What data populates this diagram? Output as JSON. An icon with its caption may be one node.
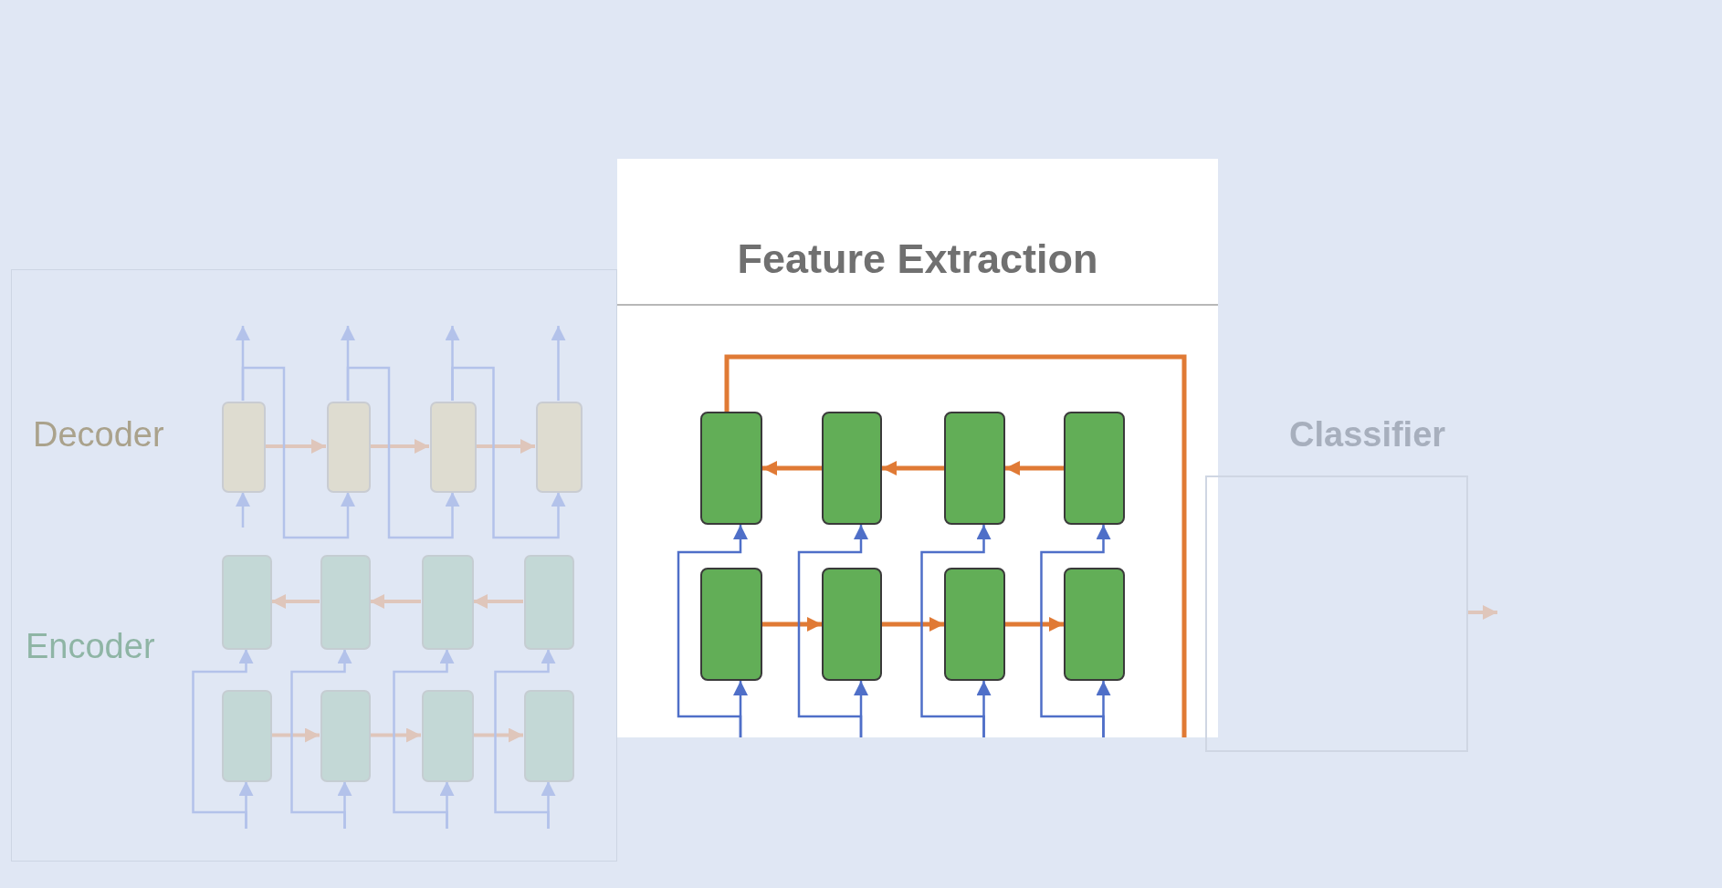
{
  "diagram": {
    "nodes": [
      {
        "text": [],
        "shape": "box"
      },
      {
        "text": [],
        "shape": "box",
        "in": 0
      },
      {
        "text": [],
        "shape": "box",
        "in": 0
      },
      {
        "text": [],
        "shape": "box",
        "in": 0
      },
      {
        "text": [],
        "shape": "box",
        "in": 0
      },
      {
        "text": [],
        "shape": "box",
        "in": 0
      },
      {
        "text": [],
        "shape": "box",
        "in": 0
      },
      {
        "text": [],
        "shape": "box",
        "in": 0
      },
      {
        "text": [],
        "shape": "box",
        "in": 0
      },
      {
        "text": [],
        "shape": "box",
        "in": 0
      },
      {
        "text": [],
        "shape": "box",
        "in": 0
      },
      {
        "text": [],
        "shape": "box",
        "in": 0
      },
      {
        "text": [],
        "shape": "box",
        "in": 0
      },
      {
        "text": [
          "Feature Extraction"
        ]
      },
      {
        "text": [],
        "shape": "box",
        "in": 13
      },
      {
        "text": [],
        "shape": "box",
        "in": 13
      },
      {
        "text": [],
        "shape": "box",
        "in": 13
      },
      {
        "text": [],
        "shape": "box",
        "in": 13
      },
      {
        "text": [],
        "shape": "box",
        "in": 13
      },
      {
        "text": [],
        "shape": "box",
        "in": 13
      },
      {
        "text": [],
        "shape": "box",
        "in": 13
      },
      {
        "text": [],
        "shape": "box",
        "in": 13
      },
      {
        "text": [
          "Classifier"
        ]
      }
    ],
    "edges": [
      {
        "from": 1,
        "to": null,
        "arrow": "to",
        "color": "#b3c2ea"
      },
      {
        "from": 2,
        "to": null,
        "arrow": "to",
        "color": "#b3c2ea"
      },
      {
        "from": 3,
        "to": null,
        "arrow": "to",
        "color": "#b3c2ea"
      },
      {
        "from": 4,
        "to": null,
        "arrow": "to",
        "color": "#b3c2ea"
      },
      {
        "from": null,
        "to": 1,
        "arrow": "to",
        "color": "#b3c2ea"
      },
      {
        "from": 1,
        "to": 2,
        "arrow": "to",
        "color": "#dfc6bb"
      },
      {
        "from": 2,
        "to": 3,
        "arrow": "to",
        "color": "#dfc6bb"
      },
      {
        "from": 3,
        "to": 4,
        "arrow": "to",
        "color": "#dfc6bb"
      },
      {
        "from": 1,
        "to": 2,
        "arrow": "to",
        "color": "#b3c2ea"
      },
      {
        "from": 2,
        "to": 3,
        "arrow": "to",
        "color": "#b3c2ea"
      },
      {
        "from": 3,
        "to": 4,
        "arrow": "to",
        "color": "#b3c2ea"
      },
      {
        "from": 8,
        "to": 7,
        "arrow": "to",
        "color": "#dfc6bb"
      },
      {
        "from": 7,
        "to": 6,
        "arrow": "to",
        "color": "#dfc6bb"
      },
      {
        "from": 6,
        "to": 5,
        "arrow": "to",
        "color": "#dfc6bb"
      },
      {
        "from": 9,
        "to": 10,
        "arrow": "to",
        "color": "#dfc6bb"
      },
      {
        "from": 10,
        "to": 11,
        "arrow": "to",
        "color": "#dfc6bb"
      },
      {
        "from": 11,
        "to": 12,
        "arrow": "to",
        "color": "#dfc6bb"
      },
      {
        "from": null,
        "to": 9,
        "arrow": "to",
        "color": "#b3c2ea"
      },
      {
        "from": null,
        "to": 10,
        "arrow": "to",
        "color": "#b3c2ea"
      },
      {
        "from": null,
        "to": 11,
        "arrow": "to",
        "color": "#b3c2ea"
      },
      {
        "from": null,
        "to": 12,
        "arrow": "to",
        "color": "#b3c2ea"
      },
      {
        "from": null,
        "to": 5,
        "arrow": "to",
        "color": "#b3c2ea"
      },
      {
        "from": null,
        "to": 6,
        "arrow": "to",
        "color": "#b3c2ea"
      },
      {
        "from": null,
        "to": 7,
        "arrow": "to",
        "color": "#b3c2ea"
      },
      {
        "from": null,
        "to": 8,
        "arrow": "to",
        "color": "#b3c2ea"
      },
      {
        "from": 17,
        "to": 16,
        "arrow": "to",
        "color": "#e07a35"
      },
      {
        "from": 16,
        "to": 15,
        "arrow": "to",
        "color": "#e07a35"
      },
      {
        "from": 15,
        "to": 14,
        "arrow": "to",
        "color": "#e07a35"
      },
      {
        "from": 18,
        "to": 19,
        "arrow": "to",
        "color": "#e07a35"
      },
      {
        "from": 19,
        "to": 20,
        "arrow": "to",
        "color": "#e07a35"
      },
      {
        "from": 20,
        "to": 21,
        "arrow": "to",
        "color": "#e07a35"
      },
      {
        "from": null,
        "to": 18,
        "arrow": "to",
        "color": "#4f6fc8"
      },
      {
        "from": null,
        "to": 19,
        "arrow": "to",
        "color": "#4f6fc8"
      },
      {
        "from": null,
        "to": 20,
        "arrow": "to",
        "color": "#4f6fc8"
      },
      {
        "from": null,
        "to": 21,
        "arrow": "to",
        "color": "#4f6fc8"
      },
      {
        "from": null,
        "to": 14,
        "arrow": "to",
        "color": "#4f6fc8"
      },
      {
        "from": null,
        "to": 15,
        "arrow": "to",
        "color": "#4f6fc8"
      },
      {
        "from": null,
        "to": 16,
        "arrow": "to",
        "color": "#4f6fc8"
      },
      {
        "from": null,
        "to": 17,
        "arrow": "to",
        "color": "#4f6fc8"
      },
      {
        "from": 14,
        "to": null,
        "arrow": "none",
        "color": "#e07a35"
      },
      {
        "from": 22,
        "to": null,
        "arrow": "to",
        "color": "#dfc6bb"
      }
    ],
    "labels": [
      "Decoder",
      "Encoder"
    ]
  }
}
